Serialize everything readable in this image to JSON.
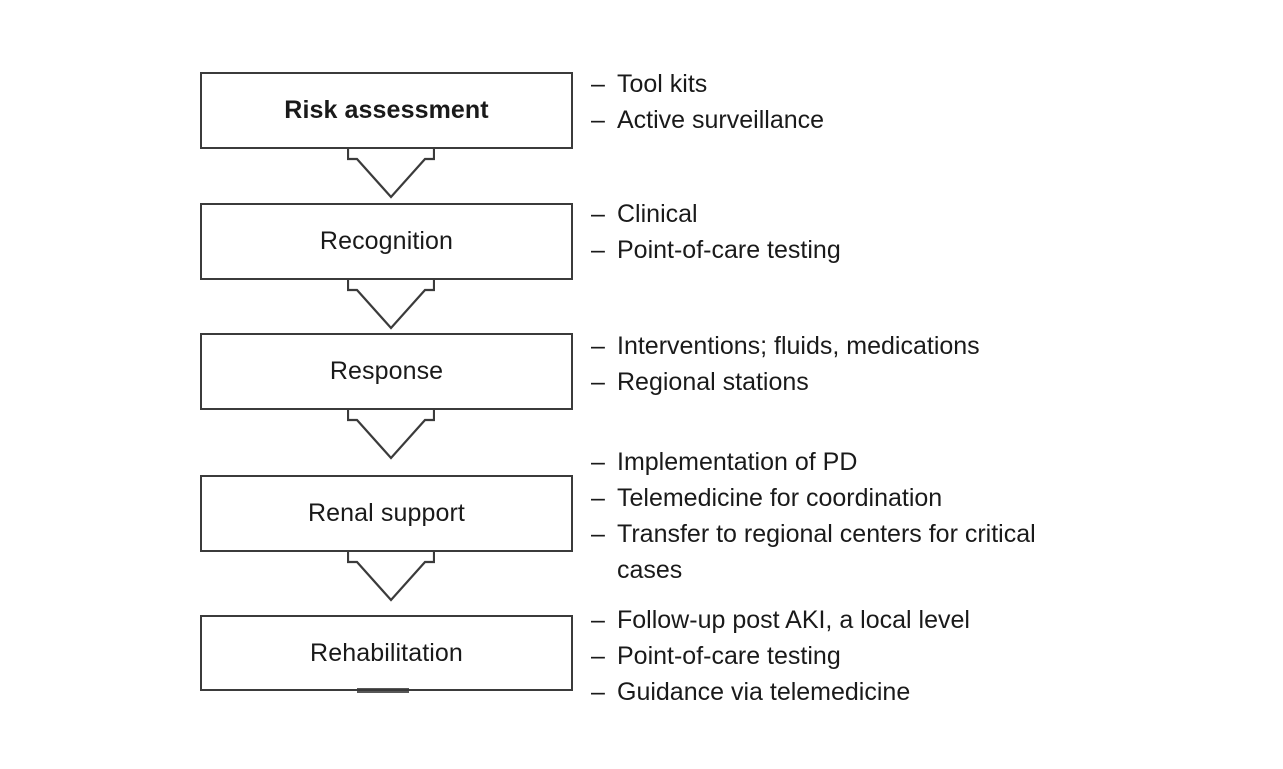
{
  "figure": {
    "title": "AKI care pathway flowchart",
    "background_color": "#ffffff",
    "line_color": "#3b3b3b",
    "text_color": "#1a1a1a",
    "bullet_marker": "–"
  },
  "stages": [
    {
      "id": "risk-assessment",
      "label": "Risk assessment",
      "bold": true,
      "bullets": [
        "Tool kits",
        "Active surveillance"
      ]
    },
    {
      "id": "recognition",
      "label": "Recognition",
      "bold": false,
      "bullets": [
        "Clinical",
        "Point-of-care testing"
      ]
    },
    {
      "id": "response",
      "label": "Response",
      "bold": false,
      "bullets": [
        "Interventions; fluids, medications",
        "Regional stations"
      ]
    },
    {
      "id": "renal-support",
      "label": "Renal support",
      "bold": false,
      "bullets": [
        "Implementation of PD",
        "Telemedicine for coordination",
        "Transfer to regional centers for critical cases"
      ]
    },
    {
      "id": "rehabilitation",
      "label": "Rehabilitation",
      "bold": false,
      "bullets": [
        "Follow-up post AKI, a local level",
        "Point-of-care testing",
        "Guidance via telemedicine"
      ]
    }
  ],
  "connectors": [
    {
      "from": "risk-assessment",
      "to": "recognition",
      "type": "down-arrow"
    },
    {
      "from": "recognition",
      "to": "response",
      "type": "down-arrow"
    },
    {
      "from": "response",
      "to": "renal-support",
      "type": "down-arrow"
    },
    {
      "from": "renal-support",
      "to": "rehabilitation",
      "type": "down-arrow"
    }
  ]
}
